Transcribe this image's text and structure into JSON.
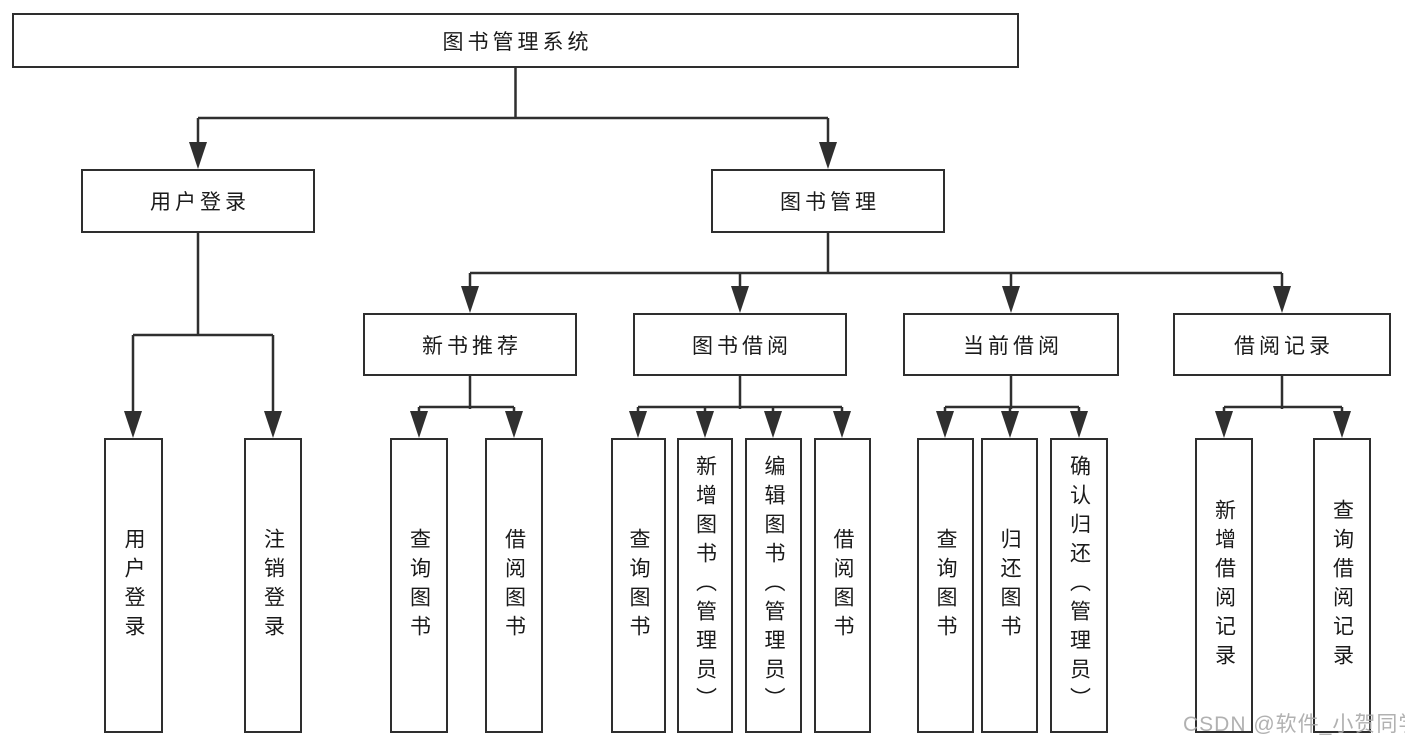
{
  "diagram": {
    "title": "图书管理系统",
    "groups": {
      "user": {
        "label": "用户登录",
        "leaves": [
          "用户登录",
          "注销登录"
        ]
      },
      "books": {
        "label": "图书管理",
        "sections": {
          "recommend": {
            "label": "新书推荐",
            "leaves": [
              "查询图书",
              "借阅图书"
            ]
          },
          "borrow": {
            "label": "图书借阅",
            "leaves": [
              "查询图书",
              "新增图书（管理员）",
              "编辑图书（管理员）",
              "借阅图书"
            ]
          },
          "current": {
            "label": "当前借阅",
            "leaves": [
              "查询图书",
              "归还图书",
              "确认归还（管理员）"
            ]
          },
          "records": {
            "label": "借阅记录",
            "leaves": [
              "新增借阅记录",
              "查询借阅记录"
            ]
          }
        }
      }
    }
  },
  "watermark": "CSDN @软件_小贺同学",
  "colors": {
    "line": "#2f2f2f",
    "text": "#1a1a1a",
    "watermark": "#a8a8a8",
    "background": "#ffffff"
  }
}
